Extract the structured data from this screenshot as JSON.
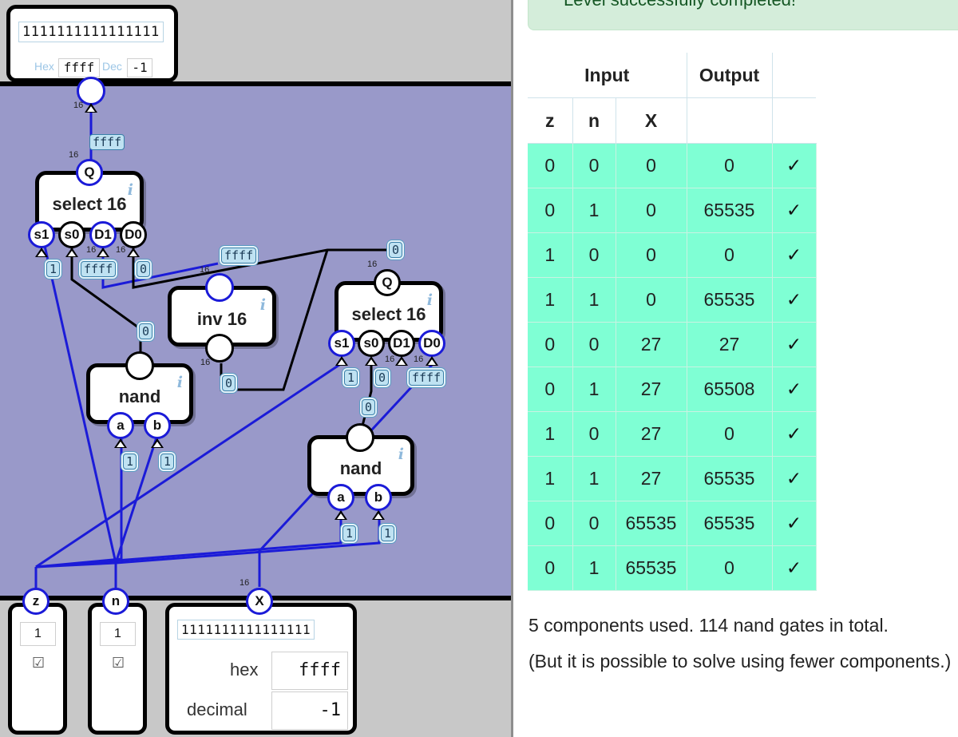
{
  "top_output": {
    "bits": "1111111111111111",
    "hex_label": "Hex",
    "hex_value": "ffff",
    "dec_label": "Dec",
    "dec_value": "-1"
  },
  "components": {
    "select_a": {
      "title": "select 16",
      "pins": [
        "Q",
        "s1",
        "s0",
        "D1",
        "D0"
      ]
    },
    "select_b": {
      "title": "select 16",
      "pins": [
        "Q",
        "s1",
        "s0",
        "D1",
        "D0"
      ]
    },
    "inv": {
      "title": "inv 16"
    },
    "nand_a": {
      "title": "nand",
      "pins": [
        "a",
        "b"
      ]
    },
    "nand_b": {
      "title": "nand",
      "pins": [
        "a",
        "b"
      ]
    },
    "info_glyph": "i"
  },
  "wire_tags": {
    "out_ffff": "ffff",
    "sel_a_s1": "1",
    "sel_a_d1": "ffff",
    "sel_a_d0": "0",
    "inv_in": "ffff",
    "sel_b_q": "0",
    "sel_b_s1": "1",
    "sel_b_s0": "0",
    "sel_b_d1": "ffff",
    "inv_out": "0",
    "nand_a_out": "0",
    "nand_a_a": "1",
    "nand_a_b": "1",
    "nand_b_out": "0",
    "nand_b_a": "1",
    "nand_b_b": "1",
    "bus_width": "16"
  },
  "inputs": {
    "z": {
      "label": "z",
      "value": "1",
      "checkbox": "☑"
    },
    "n": {
      "label": "n",
      "value": "1",
      "checkbox": "☑"
    },
    "X": {
      "label": "X",
      "bits": "1111111111111111",
      "hex_label": "hex",
      "hex_value": "ffff",
      "dec_label": "decimal",
      "dec_value": "-1"
    }
  },
  "results": {
    "banner": "Level successfully completed!",
    "header_input": "Input",
    "header_output": "Output",
    "columns": [
      "z",
      "n",
      "X"
    ],
    "rows": [
      [
        "0",
        "0",
        "0",
        "0",
        "✓"
      ],
      [
        "0",
        "1",
        "0",
        "65535",
        "✓"
      ],
      [
        "1",
        "0",
        "0",
        "0",
        "✓"
      ],
      [
        "1",
        "1",
        "0",
        "65535",
        "✓"
      ],
      [
        "0",
        "0",
        "27",
        "27",
        "✓"
      ],
      [
        "0",
        "1",
        "27",
        "65508",
        "✓"
      ],
      [
        "1",
        "0",
        "27",
        "0",
        "✓"
      ],
      [
        "1",
        "1",
        "27",
        "65535",
        "✓"
      ],
      [
        "0",
        "0",
        "65535",
        "65535",
        "✓"
      ],
      [
        "0",
        "1",
        "65535",
        "0",
        "✓"
      ]
    ],
    "summary": "5 components used. 114 nand gates in total.",
    "hint": "(But it is possible to solve using fewer components.)"
  },
  "colors": {
    "canvas": "#9999c9",
    "wire_on": "#1b1bd8",
    "wire_off": "#000000",
    "pass_row": "#7fffd4"
  }
}
